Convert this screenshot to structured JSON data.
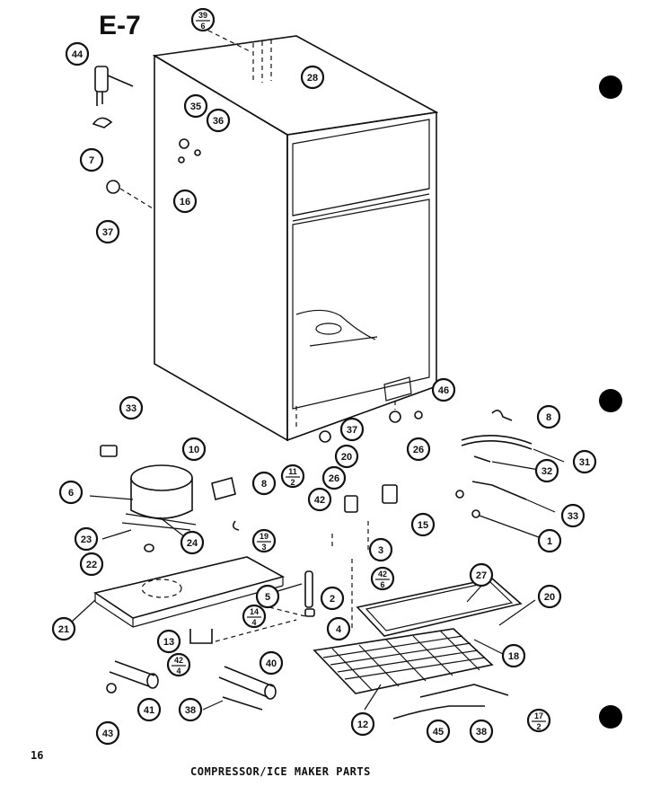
{
  "header": {
    "title": "E-7"
  },
  "footer": {
    "page_number": "16",
    "caption": "COMPRESSOR/ICE MAKER PARTS"
  },
  "callouts": [
    {
      "id": "c39",
      "label": "39/6"
    },
    {
      "id": "c44",
      "label": "44"
    },
    {
      "id": "c28",
      "label": "28"
    },
    {
      "id": "c35",
      "label": "35"
    },
    {
      "id": "c36",
      "label": "36"
    },
    {
      "id": "c7",
      "label": "7"
    },
    {
      "id": "c16",
      "label": "16"
    },
    {
      "id": "c37a",
      "label": "37"
    },
    {
      "id": "c46",
      "label": "46"
    },
    {
      "id": "c33a",
      "label": "33"
    },
    {
      "id": "c8a",
      "label": "8"
    },
    {
      "id": "c37b",
      "label": "37"
    },
    {
      "id": "c10",
      "label": "10"
    },
    {
      "id": "c20a",
      "label": "20"
    },
    {
      "id": "c31",
      "label": "31"
    },
    {
      "id": "c26a",
      "label": "26"
    },
    {
      "id": "c11",
      "label": "11/2"
    },
    {
      "id": "c26b",
      "label": "26"
    },
    {
      "id": "c32",
      "label": "32"
    },
    {
      "id": "c6",
      "label": "6"
    },
    {
      "id": "c8b",
      "label": "8"
    },
    {
      "id": "c42a",
      "label": "42"
    },
    {
      "id": "c15",
      "label": "15"
    },
    {
      "id": "c33b",
      "label": "33"
    },
    {
      "id": "c23",
      "label": "23"
    },
    {
      "id": "c24",
      "label": "24"
    },
    {
      "id": "c19",
      "label": "19/3"
    },
    {
      "id": "c3",
      "label": "3"
    },
    {
      "id": "c1",
      "label": "1"
    },
    {
      "id": "c22",
      "label": "22"
    },
    {
      "id": "c27",
      "label": "27"
    },
    {
      "id": "c42b",
      "label": "42/6"
    },
    {
      "id": "c5",
      "label": "5"
    },
    {
      "id": "c2",
      "label": "2"
    },
    {
      "id": "c20b",
      "label": "20"
    },
    {
      "id": "c21",
      "label": "21"
    },
    {
      "id": "c14",
      "label": "14/4"
    },
    {
      "id": "c4",
      "label": "4"
    },
    {
      "id": "c13",
      "label": "13"
    },
    {
      "id": "c18",
      "label": "18"
    },
    {
      "id": "c42c",
      "label": "42/4"
    },
    {
      "id": "c40",
      "label": "40"
    },
    {
      "id": "c12",
      "label": "12"
    },
    {
      "id": "c41",
      "label": "41"
    },
    {
      "id": "c38a",
      "label": "38"
    },
    {
      "id": "c45",
      "label": "45"
    },
    {
      "id": "c38b",
      "label": "38"
    },
    {
      "id": "c17",
      "label": "17/2"
    },
    {
      "id": "c43",
      "label": "43"
    }
  ]
}
